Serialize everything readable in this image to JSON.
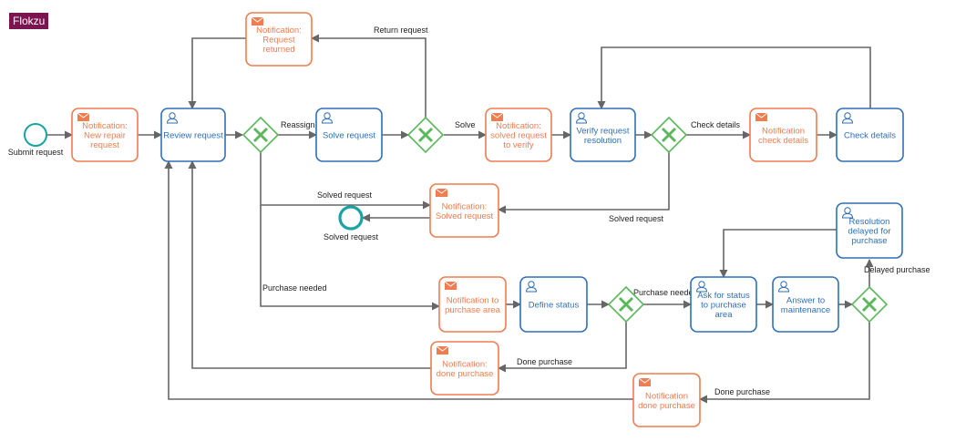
{
  "brand": "Flokzu",
  "colors": {
    "task": "#2f6fb6",
    "notification": "#ef7d4f",
    "gateway": "#5cb85c",
    "event": "#1aa3a3",
    "edge": "#666666"
  },
  "start_event_label": "Submit request",
  "end_event_label": "Solved request",
  "nodes": {
    "n_new": {
      "kind": "notification",
      "lines": [
        "Notification:",
        "New repair",
        "request"
      ]
    },
    "t_review": {
      "kind": "task",
      "lines": [
        "Review request"
      ]
    },
    "n_returned": {
      "kind": "notification",
      "lines": [
        "Notification:",
        "Request",
        "returned"
      ]
    },
    "t_solve": {
      "kind": "task",
      "lines": [
        "Solve request"
      ]
    },
    "n_solved_verify": {
      "kind": "notification",
      "lines": [
        "Notification:",
        "solved request",
        "to verify"
      ]
    },
    "t_verify": {
      "kind": "task",
      "lines": [
        "Verify request",
        "resolution"
      ]
    },
    "n_check": {
      "kind": "notification",
      "lines": [
        "Notification",
        "check details"
      ]
    },
    "t_check": {
      "kind": "task",
      "lines": [
        "Check details"
      ]
    },
    "n_solved": {
      "kind": "notification",
      "lines": [
        "Notification:",
        "Solved request"
      ]
    },
    "n_purchase_area": {
      "kind": "notification",
      "lines": [
        "Notification to",
        "purchase area"
      ]
    },
    "t_define": {
      "kind": "task",
      "lines": [
        "Define status"
      ]
    },
    "t_ask": {
      "kind": "task",
      "lines": [
        "Ask for status",
        "to purchase",
        "area"
      ]
    },
    "t_answer": {
      "kind": "task",
      "lines": [
        "Answer to",
        "maintenance"
      ]
    },
    "t_delayed": {
      "kind": "task",
      "lines": [
        "Resolution",
        "delayed for",
        "purchase"
      ]
    },
    "n_done1": {
      "kind": "notification",
      "lines": [
        "Notification:",
        "done purchase"
      ]
    },
    "n_done2": {
      "kind": "notification",
      "lines": [
        "Notification",
        "done purchase"
      ]
    }
  },
  "edge_labels": {
    "reassign": "Reassign",
    "return_request": "Return request",
    "solve": "Solve",
    "check_details": "Check details",
    "solved_request_top": "Solved request",
    "solved_request_right": "Solved request",
    "purchase_needed_left": "Purchase needed",
    "purchase_needed_mid": "Purchase needed",
    "delayed_purchase": "Delayed purchase",
    "done_purchase_mid": "Done purchase",
    "done_purchase_bottom": "Done purchase"
  }
}
